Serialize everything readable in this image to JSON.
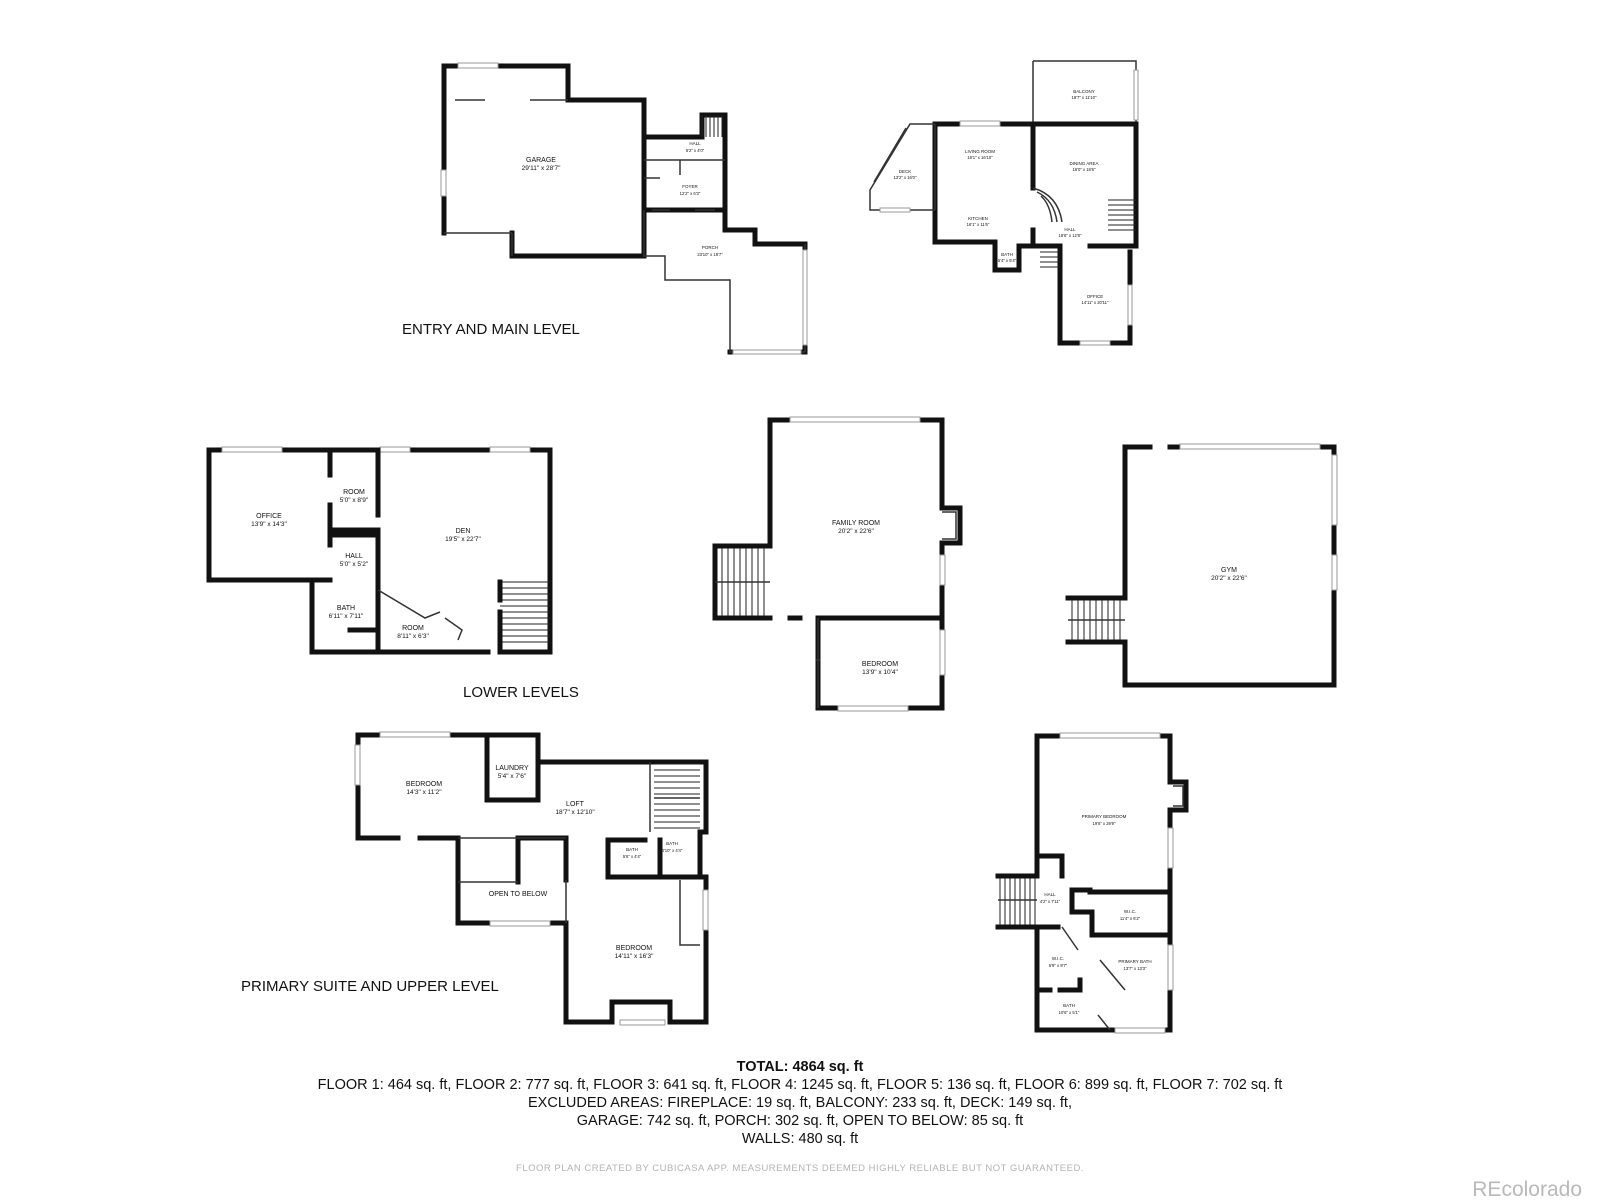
{
  "levels": {
    "entry": "ENTRY AND MAIN LEVEL",
    "lower": "LOWER LEVELS",
    "upper": "PRIMARY SUITE AND UPPER LEVEL"
  },
  "rooms": {
    "garage": {
      "name": "GARAGE",
      "dim": "29'11\" x 28'7\""
    },
    "hall_a": {
      "name": "HALL",
      "dim": "6'2\" x 4'0\""
    },
    "foyer": {
      "name": "FOYER",
      "dim": "12'2\" x 6'3\""
    },
    "porch": {
      "name": "PORCH",
      "dim": "23'10\" x 18'7\""
    },
    "balcony": {
      "name": "BALCONY",
      "dim": "18'7\" x 11'10\""
    },
    "living": {
      "name": "LIVING ROOM",
      "dim": "19'1\" x 16'10\""
    },
    "dining": {
      "name": "DINING AREA",
      "dim": "16'0\" x 18'6\""
    },
    "deck": {
      "name": "DECK",
      "dim": "13'2\" x 16'0\""
    },
    "kitchen": {
      "name": "KITCHEN",
      "dim": "16'1\" x 11'6\""
    },
    "hall_b": {
      "name": "HALL",
      "dim": "18'6\" x 12'8\""
    },
    "bath_a": {
      "name": "BATH",
      "dim": "5'4\" x 5'4\""
    },
    "office_a": {
      "name": "OFFICE",
      "dim": "14'11\" x 20'11\""
    },
    "office_b": {
      "name": "OFFICE",
      "dim": "13'9\" x 14'3\""
    },
    "room_a": {
      "name": "ROOM",
      "dim": "5'0\" x 8'9\""
    },
    "den": {
      "name": "DEN",
      "dim": "19'5\" x 22'7\""
    },
    "hall_c": {
      "name": "HALL",
      "dim": "5'0\" x 5'2\""
    },
    "bath_b": {
      "name": "BATH",
      "dim": "6'11\" x 7'11\""
    },
    "room_b": {
      "name": "ROOM",
      "dim": "8'11\" x 6'3\""
    },
    "family": {
      "name": "FAMILY ROOM",
      "dim": "20'2\" x 22'6\""
    },
    "bedroom_a": {
      "name": "BEDROOM",
      "dim": "13'9\" x 10'4\""
    },
    "gym": {
      "name": "GYM",
      "dim": "20'2\" x 22'6\""
    },
    "bedroom_b": {
      "name": "BEDROOM",
      "dim": "14'3\" x 11'2\""
    },
    "laundry": {
      "name": "LAUNDRY",
      "dim": "5'4\" x 7'6\""
    },
    "loft": {
      "name": "LOFT",
      "dim": "18'7\" x 12'10\""
    },
    "bath_c": {
      "name": "BATH",
      "dim": "5'6\" x 4'4\""
    },
    "bath_d": {
      "name": "BATH",
      "dim": "4'10\" x 4'4\""
    },
    "open": {
      "name": "OPEN TO BELOW",
      "dim": ""
    },
    "bedroom_c": {
      "name": "BEDROOM",
      "dim": "14'11\" x 16'3\""
    },
    "primary": {
      "name": "PRIMARY BEDROOM",
      "dim": "19'6\" x 29'9\""
    },
    "hall_d": {
      "name": "HALL",
      "dim": "4'2\" x 7'11\""
    },
    "wic_a": {
      "name": "W.I.C.",
      "dim": "11'4\" x 6'2\""
    },
    "wic_b": {
      "name": "W.I.C.",
      "dim": "5'9\" x 9'7\""
    },
    "pbath": {
      "name": "PRIMARY BATH",
      "dim": "13'7\" x 13'3\""
    },
    "bath_e": {
      "name": "BATH",
      "dim": "10'6\" x 5'1\""
    }
  },
  "summary": {
    "total": "TOTAL: 4864 sq. ft",
    "floors": "FLOOR 1: 464 sq. ft, FLOOR 2: 777 sq. ft, FLOOR 3: 641 sq. ft, FLOOR 4: 1245 sq. ft, FLOOR 5: 136 sq. ft, FLOOR 6: 899 sq. ft, FLOOR 7: 702 sq. ft",
    "excluded": "EXCLUDED AREAS: FIREPLACE: 19 sq. ft, BALCONY: 233 sq. ft, DECK: 149 sq. ft,",
    "excluded2": "GARAGE: 742 sq. ft, PORCH: 302 sq. ft, OPEN TO BELOW: 85 sq. ft",
    "walls": "WALLS: 480 sq. ft"
  },
  "disclaimer": "FLOOR PLAN CREATED BY CUBICASA APP. MEASUREMENTS DEEMED HIGHLY RELIABLE BUT NOT GUARANTEED.",
  "brand": "REcolorado"
}
